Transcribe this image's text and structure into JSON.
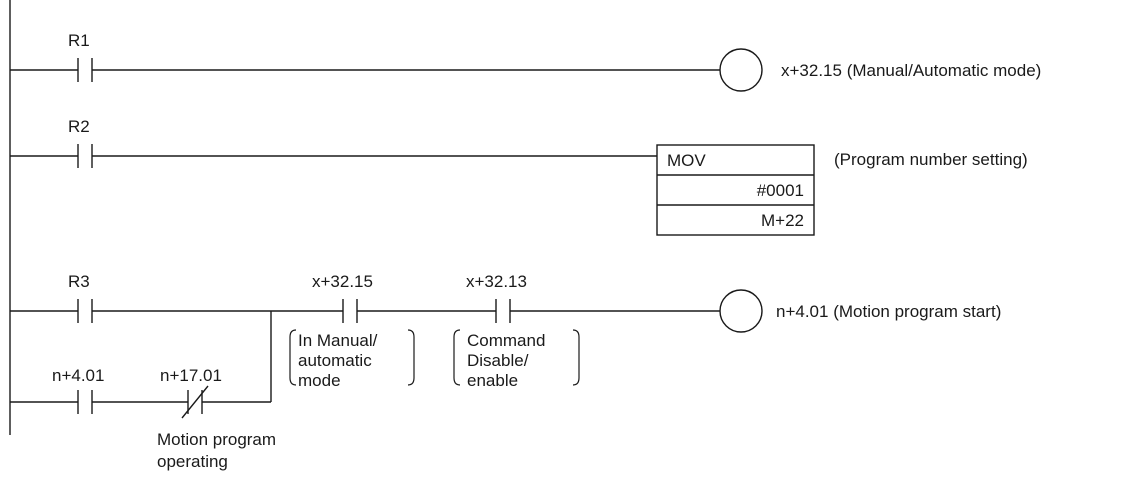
{
  "rungs": [
    {
      "contacts": [
        {
          "label": "R1"
        }
      ],
      "coil": {
        "label": "x+32.15 (Manual/Automatic mode)"
      }
    },
    {
      "contacts": [
        {
          "label": "R2"
        }
      ],
      "instruction": {
        "name": "MOV",
        "operands": [
          "#0001",
          "M+22"
        ],
        "comment": "(Program number setting)"
      }
    },
    {
      "contacts": [
        {
          "label": "R3"
        },
        {
          "label": "n+4.01"
        },
        {
          "label": "n+17.01",
          "comment": [
            "Motion program",
            "operating"
          ]
        },
        {
          "label": "x+32.15",
          "comment": [
            "In Manual/",
            "automatic",
            "mode"
          ]
        },
        {
          "label": "x+32.13",
          "comment": [
            "Command",
            "Disable/",
            "enable"
          ]
        }
      ],
      "coil": {
        "label": "n+4.01 (Motion program start)"
      }
    }
  ]
}
